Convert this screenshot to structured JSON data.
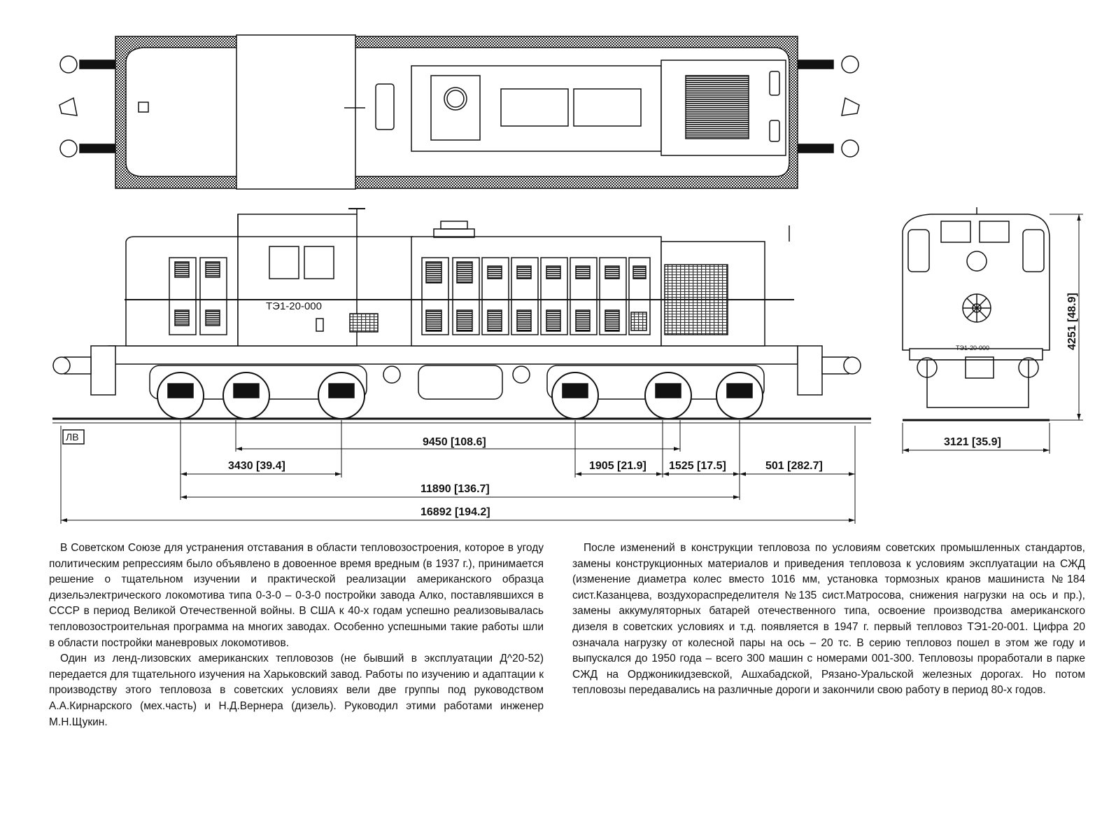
{
  "diagram": {
    "locomotive_number": "ТЭ1-20-000",
    "front_view_number": "ТЭ1-20-000",
    "logo_text": "ЛВ",
    "dimensions": {
      "d_9450": "9450 [108.6]",
      "d_3430": "3430 [39.4]",
      "d_1905": "1905 [21.9]",
      "d_1525": "1525 [17.5]",
      "d_501": "501 [282.7]",
      "d_11890": "11890 [136.7]",
      "d_16892": "16892 [194.2]",
      "d_3121": "3121 [35.9]",
      "d_4251": "4251 [48.9]"
    }
  },
  "text": {
    "left": [
      "В Советском Союзе для устранения отставания в области тепловозостроения, которое в угоду политическим репрессиям было объявлено в довоенное время вредным (в 1937 г.), принимается решение о тщательном изучении и практической реализации американского образца дизельэлектрического локомотива типа 0-3-0 – 0-3-0 постройки завода Алко, поставлявшихся в СССР в период Великой Отечественной войны. В США к 40-х годам успешно реализовывалась тепловозостроительная программа на многих заводах. Особенно успешными такие работы шли в области постройки маневровых локомотивов.",
      "Один из ленд-лизовских американских тепловозов (не бывший в эксплуатации Д^20-52) передается для тщательного изучения на Харьковский завод. Работы по изучению и адаптации к производству этого тепловоза в советских условиях вели две группы под руководством А.А.Кирнарского (мех.часть) и Н.Д.Вернера (дизель). Руководил этими работами инженер М.Н.Щукин."
    ],
    "right": [
      "После изменений в конструкции тепловоза по условиям советских промышленных стандартов, замены конструкционных материалов и приведения тепловоза к условиям эксплуатации на СЖД (изменение диаметра колес вместо 1016 мм, установка тормозных кранов машиниста №184 сист.Казанцева, воздухораспределителя №135 сист.Матросова, снижения нагрузки на ось и пр.), замены аккумуляторных батарей отечественного типа, освоение производства американского дизеля в советских условиях и т.д. появляется в 1947 г. первый тепловоз ТЭ1-20-001. Цифра 20 означала нагрузку от колесной пары на ось – 20 тс. В серию тепловоз пошел в этом же году и выпускался до 1950 года – всего 300 машин с номерами 001-300. Тепловозы проработали в парке СЖД на Орджоникидзевской, Ашхабадской, Рязано-Уральской железных дорогах. Но потом тепловозы передавались на различные дороги и закончили свою работу в период 80-х годов."
    ]
  }
}
